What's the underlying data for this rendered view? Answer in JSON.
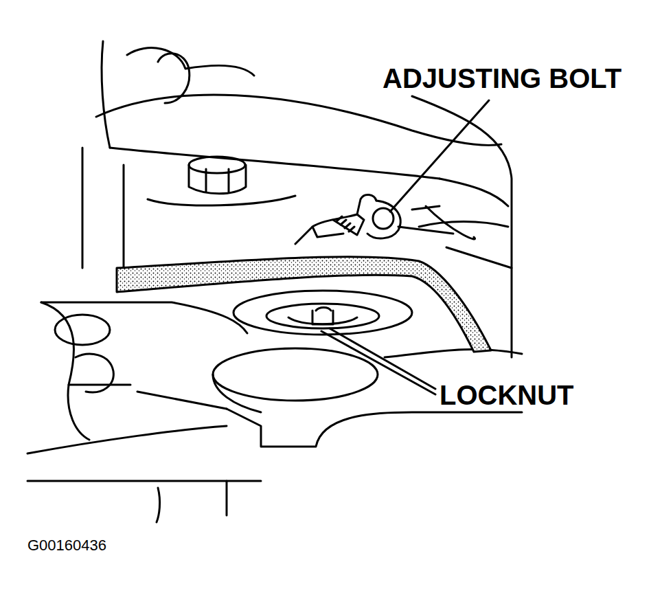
{
  "diagram": {
    "labels": [
      "ADJUSTING BOLT",
      "LOCKNUT",
      "G00160436"
    ]
  }
}
